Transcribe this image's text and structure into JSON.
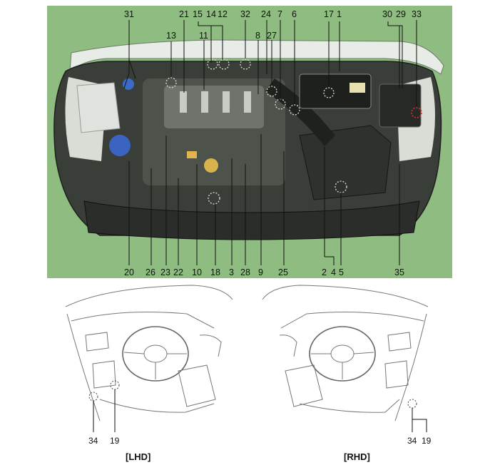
{
  "colors": {
    "panel_green": "#8fbc80",
    "frame": "#5a6b55",
    "engine_dark": "#2a2d2a",
    "callout_line": "#111111",
    "marker_circle": "#dddddd",
    "relay_marker": "#d23030"
  },
  "engine_panel": {
    "callouts_top": [
      {
        "id": "31",
        "label": "31"
      },
      {
        "id": "21",
        "label": "21"
      },
      {
        "id": "15",
        "label": "15"
      },
      {
        "id": "14",
        "label": "14"
      },
      {
        "id": "12",
        "label": "12"
      },
      {
        "id": "32",
        "label": "32"
      },
      {
        "id": "24",
        "label": "24"
      },
      {
        "id": "7",
        "label": "7"
      },
      {
        "id": "6",
        "label": "6"
      },
      {
        "id": "17",
        "label": "17"
      },
      {
        "id": "1",
        "label": "1"
      },
      {
        "id": "30",
        "label": "30"
      },
      {
        "id": "29",
        "label": "29"
      },
      {
        "id": "33",
        "label": "33"
      },
      {
        "id": "13",
        "label": "13"
      },
      {
        "id": "11",
        "label": "11"
      },
      {
        "id": "8",
        "label": "8"
      },
      {
        "id": "27",
        "label": "27"
      }
    ],
    "callouts_bottom": [
      {
        "id": "20",
        "label": "20"
      },
      {
        "id": "26",
        "label": "26"
      },
      {
        "id": "23",
        "label": "23"
      },
      {
        "id": "22",
        "label": "22"
      },
      {
        "id": "10",
        "label": "10"
      },
      {
        "id": "18",
        "label": "18"
      },
      {
        "id": "3",
        "label": "3"
      },
      {
        "id": "28",
        "label": "28"
      },
      {
        "id": "9",
        "label": "9"
      },
      {
        "id": "25",
        "label": "25"
      },
      {
        "id": "2",
        "label": "2"
      },
      {
        "id": "4",
        "label": "4"
      },
      {
        "id": "5",
        "label": "5"
      },
      {
        "id": "35",
        "label": "35"
      }
    ]
  },
  "dash_lhd": {
    "caption": "[LHD]",
    "labels": [
      {
        "id": "34",
        "label": "34"
      },
      {
        "id": "19",
        "label": "19"
      }
    ]
  },
  "dash_rhd": {
    "caption": "[RHD]",
    "labels": [
      {
        "id": "34",
        "label": "34"
      },
      {
        "id": "19",
        "label": "19"
      }
    ]
  }
}
